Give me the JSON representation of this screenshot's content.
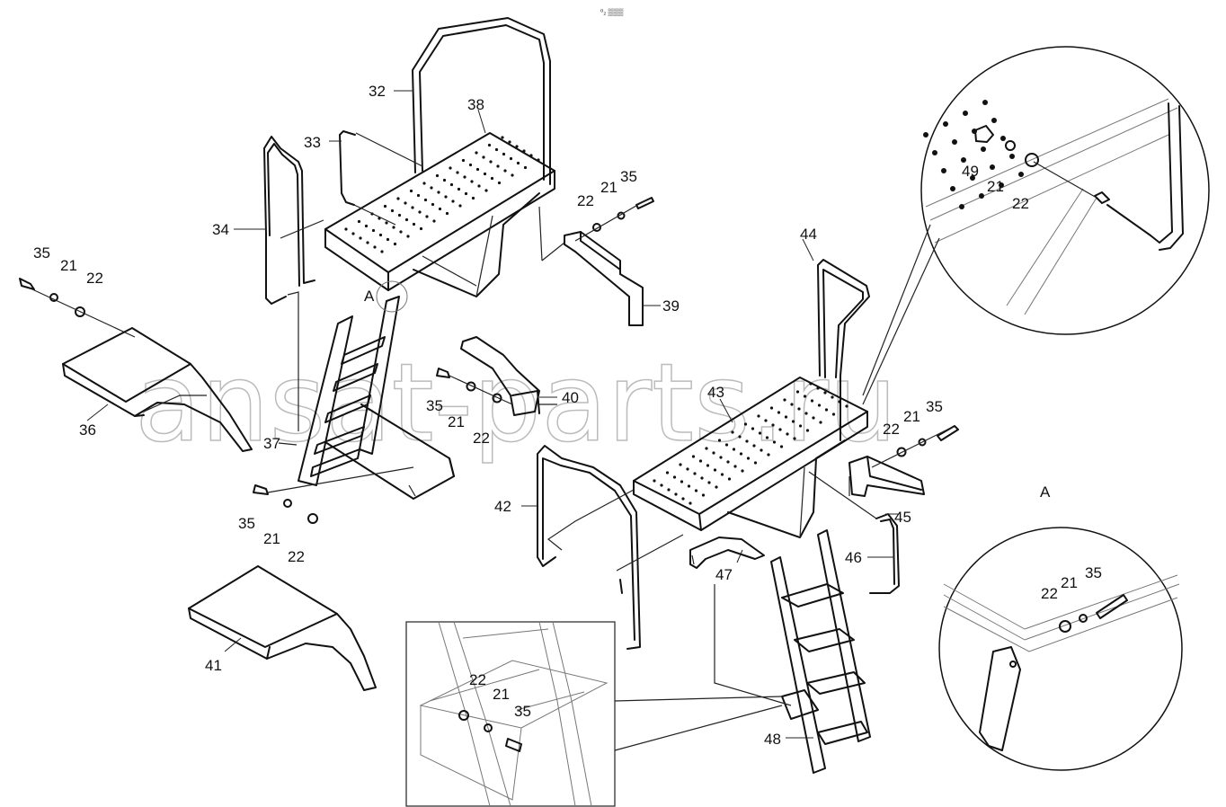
{
  "watermark": "ansat-parts.ru",
  "top_mark": "⁰₂ ▒▒▒",
  "detail_label": "A",
  "callouts": [
    {
      "id": "c32",
      "text": "32"
    },
    {
      "id": "c38",
      "text": "38"
    },
    {
      "id": "c33",
      "text": "33"
    },
    {
      "id": "c34",
      "text": "34"
    },
    {
      "id": "c35a",
      "text": "35"
    },
    {
      "id": "c21a",
      "text": "21"
    },
    {
      "id": "c22a",
      "text": "22"
    },
    {
      "id": "c35b",
      "text": "35"
    },
    {
      "id": "c21b",
      "text": "21"
    },
    {
      "id": "c22b",
      "text": "22"
    },
    {
      "id": "c39",
      "text": "39"
    },
    {
      "id": "cA1",
      "text": "A"
    },
    {
      "id": "c36",
      "text": "36"
    },
    {
      "id": "c35c",
      "text": "35"
    },
    {
      "id": "c21c",
      "text": "21"
    },
    {
      "id": "c22c",
      "text": "22"
    },
    {
      "id": "c40",
      "text": "40"
    },
    {
      "id": "c37",
      "text": "37"
    },
    {
      "id": "c35d",
      "text": "35"
    },
    {
      "id": "c21d",
      "text": "21"
    },
    {
      "id": "c22d",
      "text": "22"
    },
    {
      "id": "c41",
      "text": "41"
    },
    {
      "id": "c44",
      "text": "44"
    },
    {
      "id": "c43",
      "text": "43"
    },
    {
      "id": "c35e",
      "text": "35"
    },
    {
      "id": "c21e",
      "text": "21"
    },
    {
      "id": "c22e",
      "text": "22"
    },
    {
      "id": "c42",
      "text": "42"
    },
    {
      "id": "c45",
      "text": "45"
    },
    {
      "id": "c46",
      "text": "46"
    },
    {
      "id": "c47",
      "text": "47"
    },
    {
      "id": "c48",
      "text": "48"
    },
    {
      "id": "c49",
      "text": "49"
    },
    {
      "id": "c21f",
      "text": "21"
    },
    {
      "id": "c22f",
      "text": "22"
    },
    {
      "id": "cA2",
      "text": "A"
    },
    {
      "id": "c22g",
      "text": "22"
    },
    {
      "id": "c21g",
      "text": "21"
    },
    {
      "id": "c35g",
      "text": "35"
    },
    {
      "id": "c22h",
      "text": "22"
    },
    {
      "id": "c21h",
      "text": "21"
    },
    {
      "id": "c35h",
      "text": "35"
    }
  ]
}
